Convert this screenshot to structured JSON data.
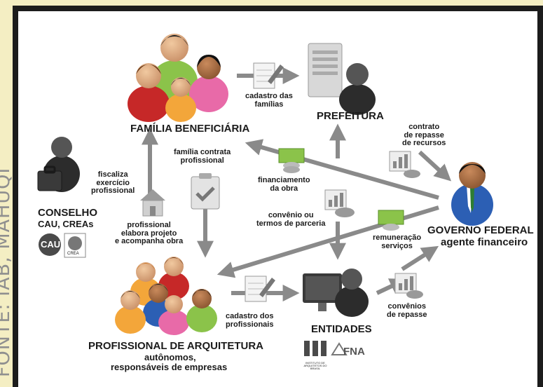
{
  "side_caption": "FONTE: IAB, MAHUQI",
  "nodes": {
    "familia": {
      "title": "FAMÍLIA BENEFICIÁRIA"
    },
    "prefeitura": {
      "title": "PREFEITURA"
    },
    "governo": {
      "title": "GOVERNO FEDERAL",
      "subtitle": "agente financeiro"
    },
    "conselho": {
      "title": "CONSELHO",
      "subtitle": "CAU, CREAs",
      "badge_cau": "CAU",
      "badge_crea": "CREA"
    },
    "entidades": {
      "title": "ENTIDADES",
      "logo_iab": "INSTITUTO DE ARQUITETOS DO BRASIL",
      "logo_fna": "FNA"
    },
    "profissional": {
      "title": "PROFISSIONAL DE ARQUITETURA",
      "subtitle_1": "autônomos,",
      "subtitle_2": "responsáveis de empresas"
    }
  },
  "edges": {
    "cadastro_familias": [
      "cadastro das",
      "famílias"
    ],
    "contrato_repasse": [
      "contrato",
      "de repasse",
      "de recursos"
    ],
    "familia_contrata": [
      "família contrata",
      "profissional"
    ],
    "fiscaliza": [
      "fiscaliza",
      "exercício",
      "profissional"
    ],
    "financiamento": [
      "financiamento",
      "da obra"
    ],
    "convenio": [
      "convênio ou",
      "termos de parceria"
    ],
    "profissional_elabora": [
      "profissional",
      "elabora projeto",
      "e acompanha obra"
    ],
    "remuneracao": [
      "remuneração",
      "serviços"
    ],
    "cadastro_profissionais": [
      "cadastro dos",
      "profissionais"
    ],
    "convenios_repasse": [
      "convênios",
      "de repasse"
    ]
  },
  "colors": {
    "arrow": "#8a8a8a",
    "money": "#8bc34a",
    "red": "#c62828",
    "green": "#8bc34a",
    "pink": "#e86aa8",
    "orange": "#f3a63a",
    "blue": "#2c5fb4",
    "dark": "#2c2c2c"
  }
}
